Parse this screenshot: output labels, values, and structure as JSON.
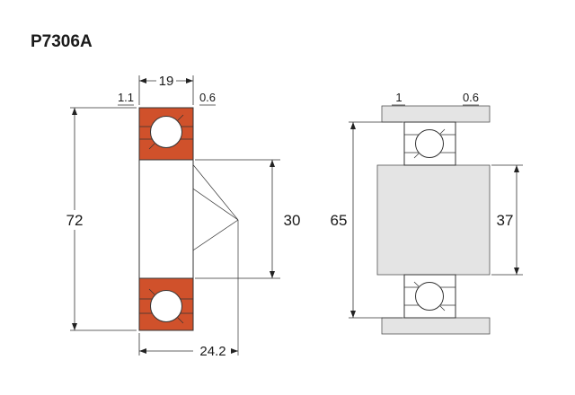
{
  "title": "P7306A",
  "colors": {
    "seal": "#d0512b",
    "steel": "#e4e4e4"
  },
  "section_view": {
    "width": "19",
    "chamfer_outer": "1.1",
    "chamfer_inner": "0.6",
    "outer_diameter": "72",
    "bore_diameter": "30",
    "pressure_center_offset": "24.2"
  },
  "mounting_view": {
    "fillet_left": "1",
    "fillet_right": "0.6",
    "housing_abutment_diameter": "65",
    "shaft_abutment_diameter": "37"
  }
}
